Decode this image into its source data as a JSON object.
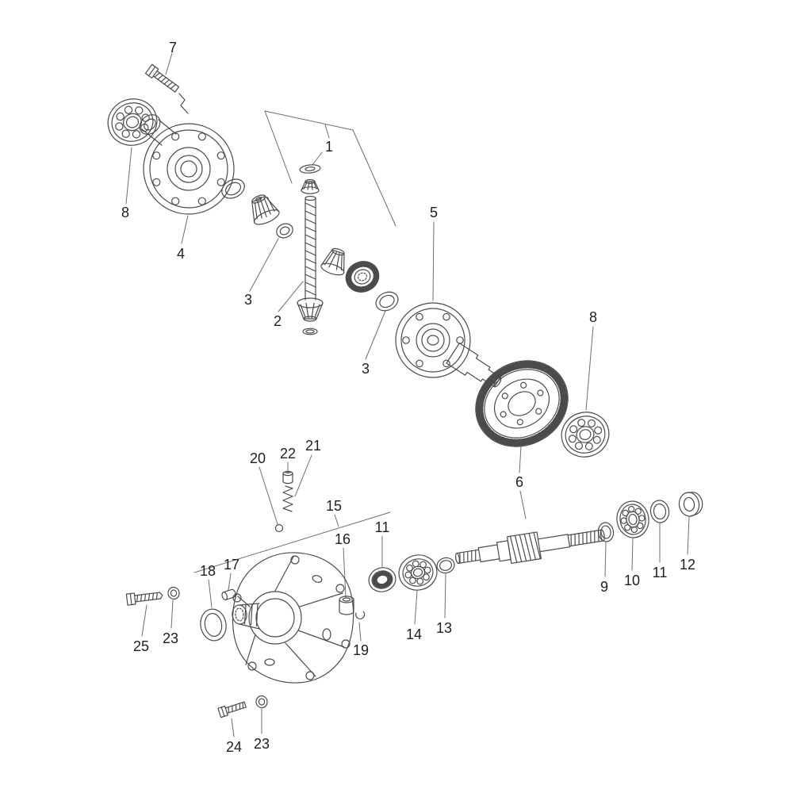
{
  "page": {
    "background": "#ffffff"
  },
  "diagram": {
    "ink_color": "#4b4b4b",
    "label_color": "#1f1f1f",
    "labels": [
      "7",
      "8",
      "4",
      "3",
      "2",
      "1",
      "3",
      "5",
      "8",
      "6",
      "20",
      "22",
      "21",
      "15",
      "16",
      "11",
      "18",
      "17",
      "25",
      "23",
      "19",
      "14",
      "13",
      "24",
      "23",
      "9",
      "10",
      "11",
      "12"
    ]
  }
}
